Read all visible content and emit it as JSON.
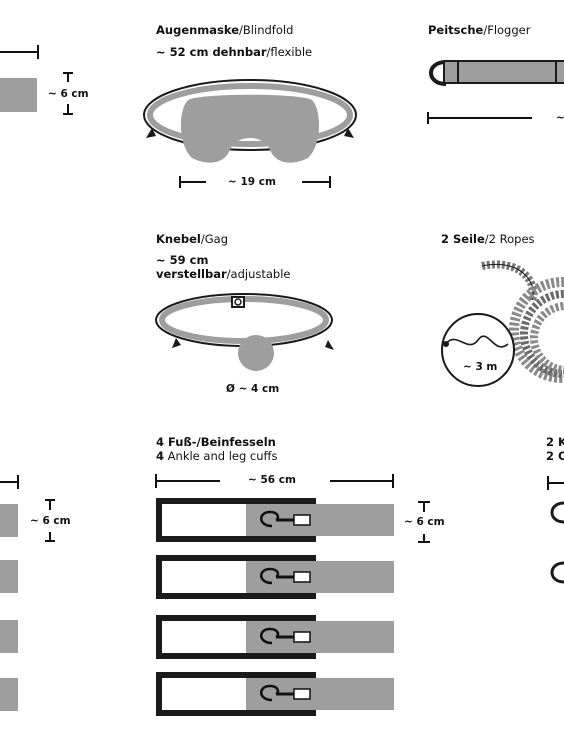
{
  "blindfold": {
    "title_main": "Augenmaske",
    "title_sep": "/",
    "title_en": "Blindfold",
    "size_main": "~ 52 cm dehnbar",
    "size_sep": "/",
    "size_en": "flexible",
    "width": "~ 19 cm"
  },
  "flogger": {
    "title_main": "Peitsche",
    "title_sep": "/",
    "title_en": "Flogger",
    "dim_partial": "~"
  },
  "gag": {
    "title_main": "Knebel",
    "title_sep": "/",
    "title_en": "Gag",
    "size": "~ 59 cm",
    "adj_main": "verstellbar",
    "adj_sep": "/",
    "adj_en": "adjustable",
    "ball_diameter": "Ø ~ 4 cm"
  },
  "ropes": {
    "title_main": "2 Seile",
    "title_sep": "/",
    "title_en": "2 Ropes",
    "length": "~ 3 m"
  },
  "left_strap": {
    "height": "~ 6 cm"
  },
  "left_cuffs": {
    "height": "~ 6 cm"
  },
  "cuffs": {
    "title_line1": "4 Fuß-/Beinfesseln",
    "title_line2_num": "4",
    "title_line2_text": " Ankle and leg cuffs",
    "length": "~ 56 cm",
    "height": "~ 6 cm"
  },
  "right_partial": {
    "line1": "2 K",
    "line2": "2 C"
  },
  "colors": {
    "gray": "#9e9e9e",
    "dark": "#1a1a1a"
  }
}
